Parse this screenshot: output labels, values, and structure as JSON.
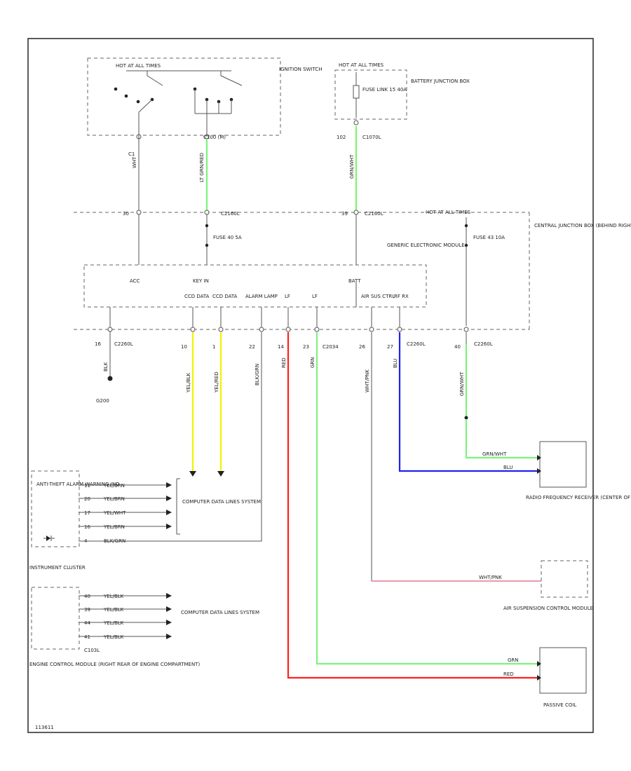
{
  "ignition_switch": {
    "hot_label": "HOT AT ALL TIMES",
    "name": "IGNITION SWITCH",
    "conn": "C1",
    "conn2": "C100 (M)",
    "wire_left": "WHT",
    "wire_right": "LT GRN/RED"
  },
  "battery_junction": {
    "hot_label": "HOT AT ALL TIMES",
    "fuse_label": "FUSE LINK 15 40A",
    "name": "BATTERY JUNCTION BOX",
    "pin": "102",
    "conn": "C1070L",
    "wire": "GRN/WHT"
  },
  "central_junction": {
    "hot_label": "HOT AT ALL TIMES",
    "conn_left_pin": "30",
    "conn_left": "C2160L",
    "conn_mid_pin": "39",
    "conn_mid": "C2160L",
    "fuse1_label": "FUSE 40 5A",
    "fuse2_label": "FUSE 43 10A",
    "name": "CENTRAL JUNCTION BOX (BEHIND RIGHT SIDE OF DASH)"
  },
  "gem": {
    "name": "GENERIC ELECTRONIC MODULE",
    "pins": [
      "ACC",
      "KEY IN",
      "BATT"
    ],
    "bottom_pins": [
      "CCD DATA",
      "CCD DATA",
      "ALARM LAMP",
      "LF",
      "LF",
      "AIR SUS CTRL",
      "RF RX"
    ]
  },
  "bottom_connector": {
    "pin_numbers": [
      "16",
      "10",
      "1",
      "22",
      "14",
      "23",
      "26",
      "27",
      "40"
    ],
    "conn_labels": [
      "C2260L",
      "C2034",
      "C2260L",
      "C2260L"
    ],
    "wire_labels": [
      "BLK",
      "YEL/BLK",
      "YEL/RED",
      "BLK/GRN",
      "RED",
      "GRN",
      "WHT/PNK",
      "BLU",
      "GRN/WHT"
    ],
    "ground": "G200"
  },
  "anti_theft": {
    "name": "ANTI-THEFT ALARM WARNING IND",
    "wires": [
      "YEL/BRN",
      "YEL/BRN",
      "YEL/WHT",
      "YEL/BRN",
      "BLK/GRN"
    ],
    "pins": [
      "11",
      "20",
      "17",
      "16",
      "4"
    ],
    "arrow_label": "COMPUTER DATA LINES SYSTEM"
  },
  "instrument_cluster": {
    "name": "INSTRUMENT CLUSTER"
  },
  "ecm": {
    "name": "ENGINE CONTROL MODULE (RIGHT REAR OF ENGINE COMPARTMENT)",
    "conn": "C103L",
    "wires": [
      "YEL/BLK",
      "YEL/BLK",
      "YEL/BLK",
      "YEL/BLK"
    ],
    "pins": [
      "40",
      "39",
      "44",
      "41"
    ],
    "arrow_label": "COMPUTER DATA LINES SYSTEM"
  },
  "rf_receiver": {
    "name": "RADIO FREQUENCY RECEIVER (CENTER OF HEADLINER)",
    "wires": [
      "GRN/WHT",
      "BLU"
    ]
  },
  "air_suspension": {
    "name": "AIR SUSPENSION CONTROL MODULE",
    "wire": "WHT/PNK"
  },
  "passive_coil": {
    "name": "PASSIVE COIL",
    "wires": [
      "GRN",
      "RED"
    ]
  },
  "footer_code": "113611",
  "colors": {
    "yellow": "#f2f200",
    "green": "#7ef27e",
    "red": "#ff2020",
    "blue": "#2020ee",
    "pink": "#e8a0b0"
  }
}
